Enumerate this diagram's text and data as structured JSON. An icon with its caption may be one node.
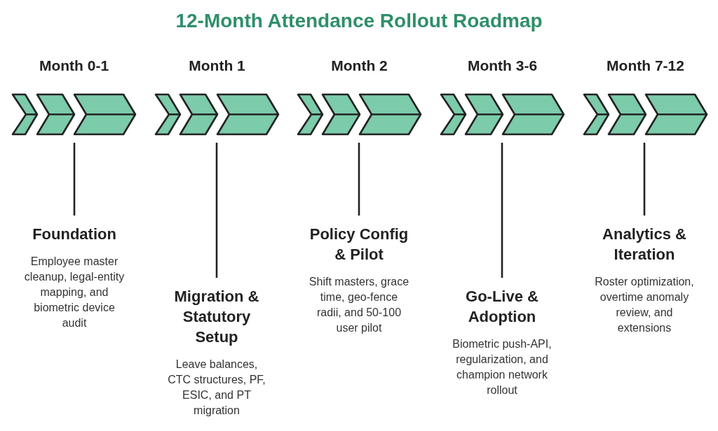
{
  "diagram": {
    "title": "12-Month Attendance Rollout Roadmap",
    "nodes": [
      {
        "text": [
          "Month 0-1"
        ]
      },
      {
        "text": [
          "Foundation",
          "Employee master cleanup, legal-entity mapping, and biometric device audit"
        ]
      },
      {
        "text": [
          "Month 1"
        ]
      },
      {
        "text": [
          "Migration & Statutory Setup",
          "Leave balances, CTC structures, PF, ESIC, and PT migration"
        ]
      },
      {
        "text": [
          "Month 2"
        ]
      },
      {
        "text": [
          "Policy Config & Pilot",
          "Shift masters, grace time, geo-fence radii, and 50-100 user pilot"
        ]
      },
      {
        "text": [
          "Month 3-6"
        ]
      },
      {
        "text": [
          "Go-Live & Adoption",
          "Biometric push-API, regularization, and champion network rollout"
        ]
      },
      {
        "text": [
          "Month 7-12"
        ]
      },
      {
        "text": [
          "Analytics & Iteration",
          "Roster optimization, overtime anomaly review, and extensions"
        ]
      }
    ],
    "edges": [
      {
        "from": 0,
        "to": 1,
        "arrow": "none"
      },
      {
        "from": 2,
        "to": 3,
        "arrow": "none"
      },
      {
        "from": 4,
        "to": 5,
        "arrow": "none"
      },
      {
        "from": 6,
        "to": 7,
        "arrow": "none"
      },
      {
        "from": 8,
        "to": 9,
        "arrow": "none"
      }
    ]
  }
}
